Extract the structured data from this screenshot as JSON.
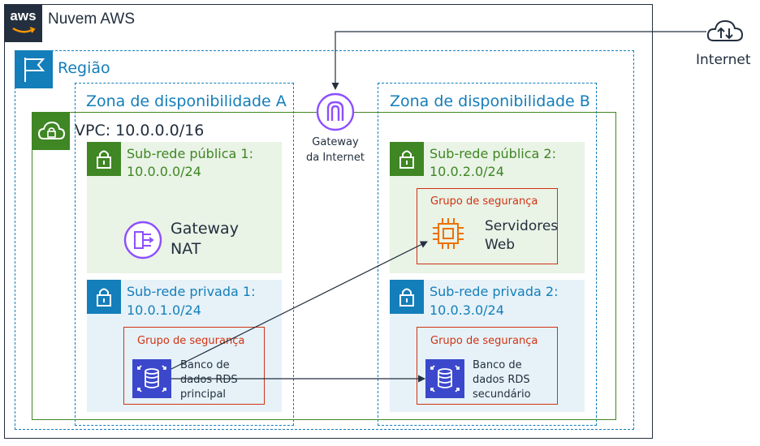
{
  "cloud": {
    "logo_text": "aws",
    "title": "Nuvem AWS"
  },
  "internet": {
    "label": "Internet",
    "icon": "internet-cloud-icon"
  },
  "region": {
    "label": "Região",
    "icon": "region-flag-icon"
  },
  "az_a": {
    "label": "Zona de disponibilidade A"
  },
  "az_b": {
    "label": "Zona de disponibilidade B"
  },
  "igw": {
    "label_line1": "Gateway",
    "label_line2": "da Internet",
    "icon": "internet-gateway-icon"
  },
  "vpc": {
    "label": "VPC: 10.0.0.0/16",
    "icon": "vpc-cloud-lock-icon"
  },
  "public_subnet_1": {
    "line1": "Sub-rede pública 1:",
    "line2": "10.0.0.0/24"
  },
  "public_subnet_2": {
    "line1": "Sub-rede pública 2:",
    "line2": "10.0.2.0/24"
  },
  "private_subnet_1": {
    "line1": "Sub-rede privada 1:",
    "line2": "10.0.1.0/24"
  },
  "private_subnet_2": {
    "line1": "Sub-rede privada 2:",
    "line2": "10.0.3.0/24"
  },
  "nat": {
    "line1": "Gateway",
    "line2": "NAT",
    "icon": "nat-gateway-icon"
  },
  "web": {
    "group": "Grupo de segurança",
    "line1": "Servidores",
    "line2": "Web",
    "icon": "ec2-chip-icon"
  },
  "rds_primary": {
    "group": "Grupo de segurança",
    "line1": "Banco de",
    "line2": "dados RDS",
    "line3": "principal",
    "icon": "rds-database-icon"
  },
  "rds_secondary": {
    "group": "Grupo de segurança",
    "line1": "Banco de",
    "line2": "dados RDS",
    "line3": "secundário",
    "icon": "rds-database-icon"
  },
  "colors": {
    "squid_ink": "#232f3e",
    "region_blue": "#147eba",
    "vpc_green": "#3f8624",
    "public_bg": "#e9f3e6",
    "private_bg": "#e6f2f8",
    "security_red": "#d13212",
    "igw_purple": "#8c4fff",
    "ec2_orange": "#ed7100",
    "rds_blue": "#3b48cc"
  }
}
